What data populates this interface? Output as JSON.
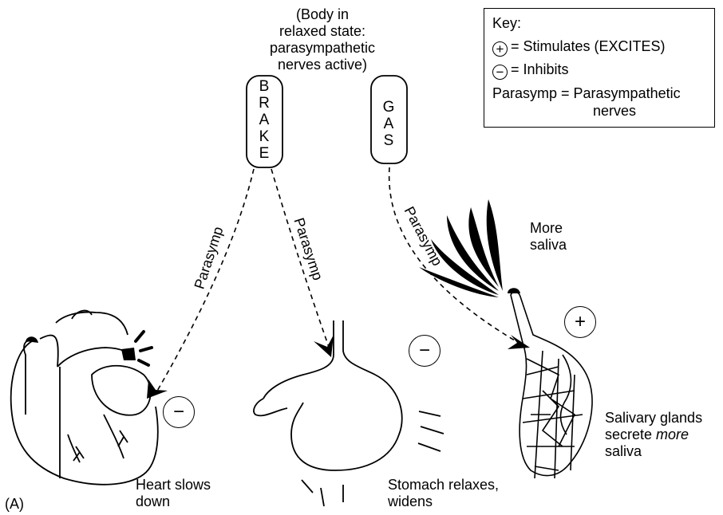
{
  "caption_top": [
    "(Body in",
    "relaxed state:",
    "parasympathetic",
    "nerves active)"
  ],
  "key": {
    "title": "Key:",
    "plus_symbol": "+",
    "plus_text": "= Stimulates (EXCITES)",
    "minus_symbol": "−",
    "minus_text": "= Inhibits",
    "abbrev_line1": "Parasymp = Parasympathetic",
    "abbrev_line2": "nerves"
  },
  "pedals": {
    "brake": [
      "B",
      "R",
      "A",
      "K",
      "E"
    ],
    "gas": [
      "G",
      "A",
      "S"
    ]
  },
  "nerve_label": "Parasymp",
  "signs": {
    "heart": "−",
    "stomach": "−",
    "saliva": "+"
  },
  "labels": {
    "more_saliva": [
      "More",
      "saliva"
    ],
    "heart": [
      "Heart slows",
      "down"
    ],
    "stomach": [
      "Stomach relaxes,",
      "widens"
    ],
    "salivary_1": "Salivary glands",
    "salivary_2a": "secrete ",
    "salivary_2b": "more",
    "salivary_3": "saliva"
  },
  "panel_label": "(A)"
}
